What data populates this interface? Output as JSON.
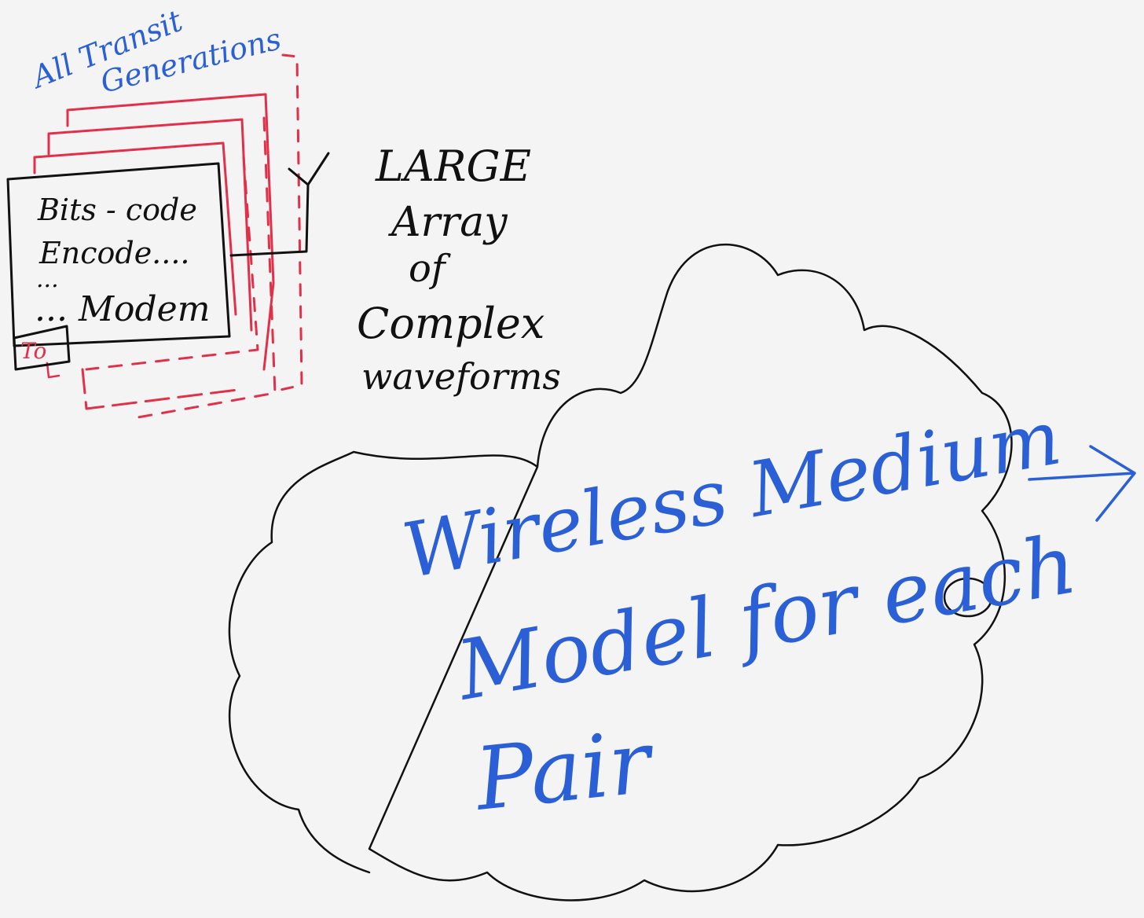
{
  "labels": {
    "stack_caption_line1": "All Transit",
    "stack_caption_line2": "Generations",
    "front_box_line1": "Bits - code",
    "front_box_line2": "Encode....",
    "front_box_line3": "...",
    "front_box_line4": "... Modem",
    "front_box_tab": "To",
    "output_line1": "LARGE",
    "output_line2": "Array",
    "output_line3": "of",
    "output_line4": "Complex",
    "output_line5": "waveforms",
    "cloud_line1": "Wireless Medium",
    "cloud_line2": "Model for each",
    "cloud_line3": "Pair"
  },
  "colors": {
    "background": "#f4f4f4",
    "black_ink": "#111111",
    "blue_ink": "#2a5fd6",
    "red_ink": "#e0304a"
  }
}
